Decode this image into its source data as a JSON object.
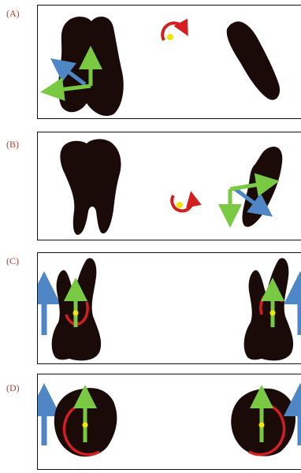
{
  "panels": [
    {
      "label": "(A)"
    },
    {
      "label": "(B)"
    },
    {
      "label": "(C)"
    },
    {
      "label": "(D)"
    }
  ],
  "colors": {
    "tooth": "#1a0a08",
    "blue_arrow": "#4f86c6",
    "green_arrow": "#7ac943",
    "red_rotation": "#d31f1f",
    "center_point": "#f2e600",
    "label": "#c0392b",
    "border": "#111111"
  }
}
